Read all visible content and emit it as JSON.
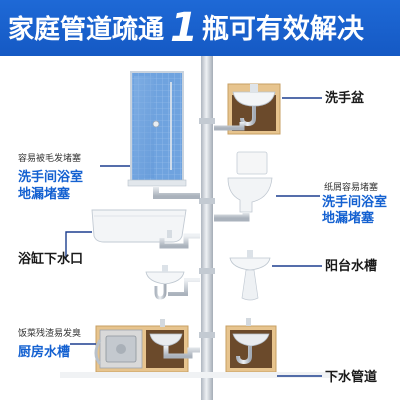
{
  "header": {
    "title_part1": "家庭管道疏通",
    "title_part2": "1",
    "title_part3": "瓶可有效解决"
  },
  "labels": {
    "wash_basin": "洗手盆",
    "hair_note": "容易被毛发堵塞",
    "bathroom_floor_drain_left_line1": "洗手间浴室",
    "bathroom_floor_drain_left_line2": "地漏堵塞",
    "paper_note": "纸屑容易堵塞",
    "bathroom_floor_drain_right_line1": "洗手间浴室",
    "bathroom_floor_drain_right_line2": "地漏堵塞",
    "bathtub_drain": "浴缸下水口",
    "balcony_sink": "阳台水槽",
    "grease_note": "饭菜残渣易发臭",
    "kitchen_sink": "厨房水槽",
    "drain_pipe": "下水管道"
  },
  "colors": {
    "banner": "#1e69d6",
    "label_blue": "#1461d1",
    "connector": "#1d3f8f",
    "pipe": "#cdd3da",
    "cabinet": "#e7c48e"
  }
}
